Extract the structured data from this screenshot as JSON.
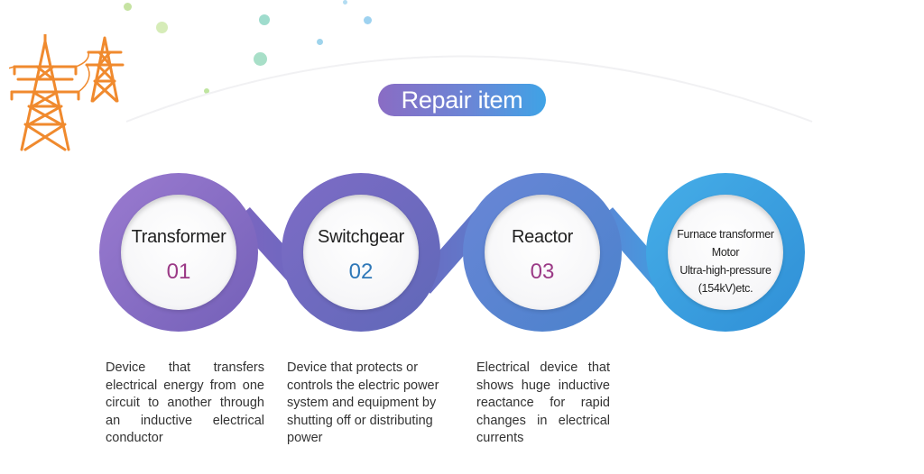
{
  "title": "Repair item",
  "icons": {
    "tower": "power-transmission-tower-icon"
  },
  "colors": {
    "purple": "#8a6cc4",
    "violet": "#7a6ec6",
    "blue": "#5a8ad8",
    "sky": "#3fa3e6",
    "num_magenta": "#9b3a86",
    "num_blue": "#2f78b8",
    "tower_orange": "#f08a2e"
  },
  "items": [
    {
      "title": "Transformer",
      "number": "01",
      "description": "Device that transfers electrical energy from one circuit to another through an inductive electrical conductor"
    },
    {
      "title": "Switchgear",
      "number": "02",
      "description": "Device that protects or controls the electric power system and equipment by shutting off or distributing power"
    },
    {
      "title": "Reactor",
      "number": "03",
      "description": "Electrical device that shows huge inductive reactance for rapid changes in electrical currents"
    },
    {
      "lines": [
        "Furnace transformer",
        "Motor",
        "Ultra-high-pressure",
        "(154kV)etc."
      ]
    }
  ]
}
